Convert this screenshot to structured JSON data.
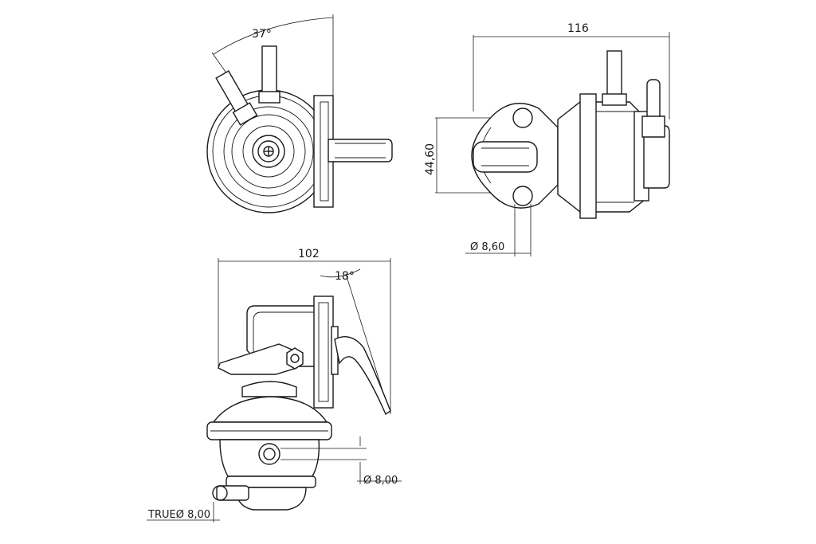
{
  "dimensions": {
    "angle_top": "37°",
    "width_side": "116",
    "height_side": "44,60",
    "hole_dia": "Ø 8,60",
    "width_front": "102",
    "angle_lever": "18°",
    "port_dia": "Ø 8,00",
    "outlet_dia": "TRUEØ 8,00"
  },
  "colors": {
    "line": "#1a1a1a",
    "background": "#ffffff"
  }
}
